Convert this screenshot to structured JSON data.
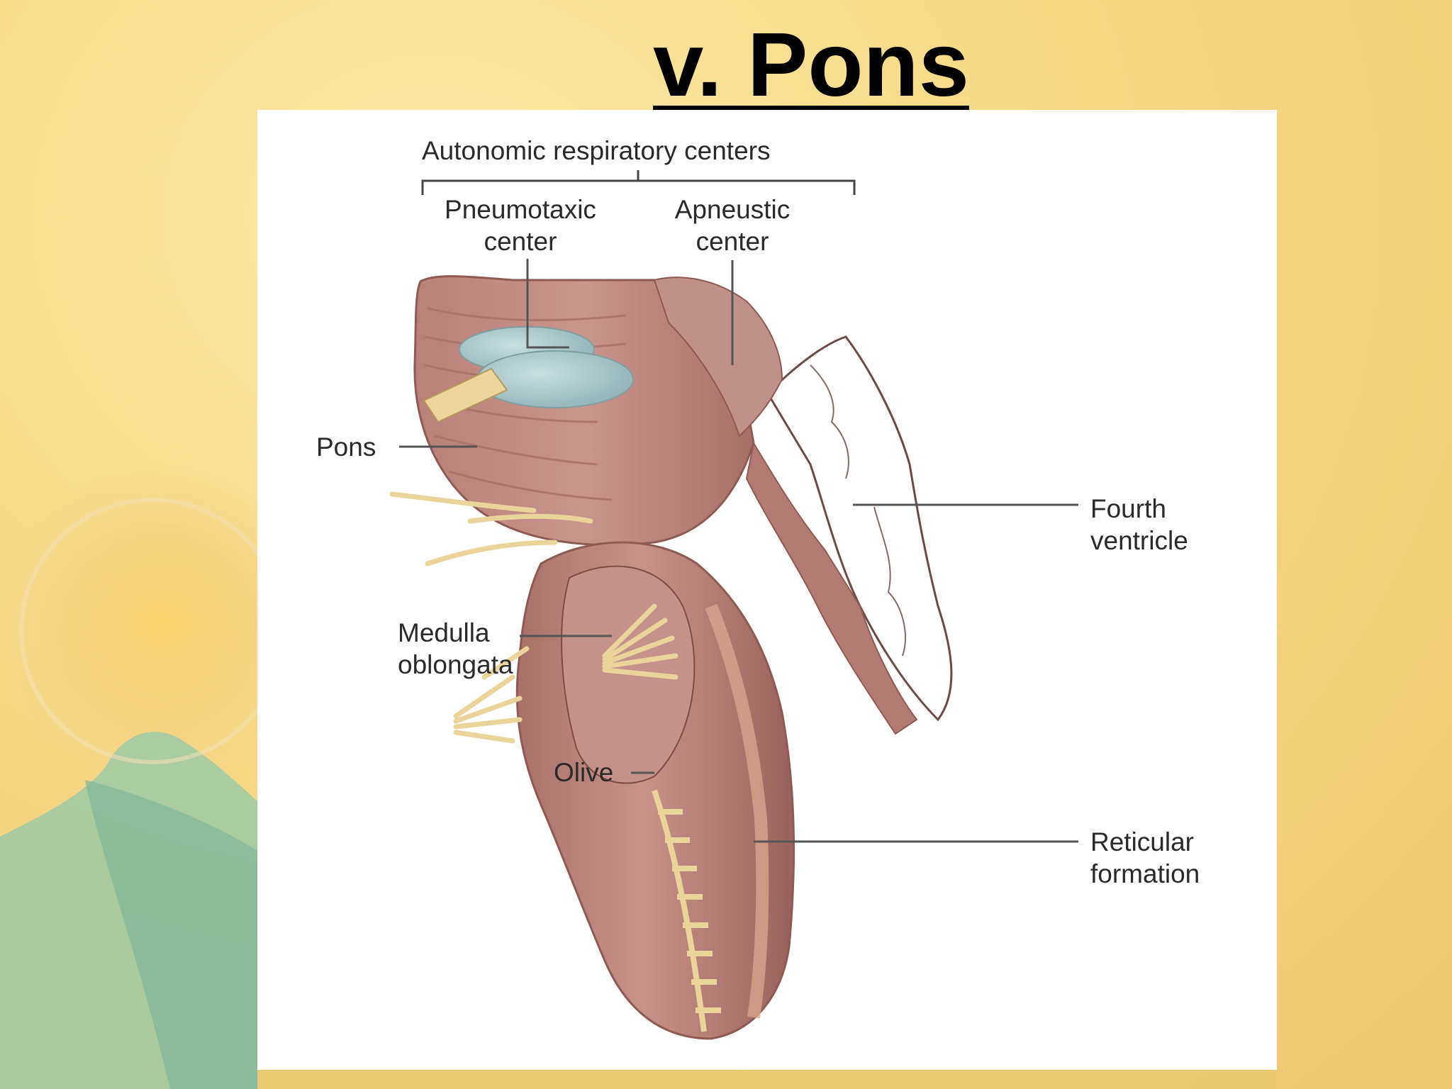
{
  "slide": {
    "title": "v. Pons"
  },
  "figure": {
    "labels": {
      "autonomic_centers": "Autonomic respiratory centers",
      "pneumotaxic_line1": "Pneumotaxic",
      "pneumotaxic_line2": "center",
      "apneustic_line1": "Apneustic",
      "apneustic_line2": "center",
      "pons": "Pons",
      "fourth_ventricle_line1": "Fourth",
      "fourth_ventricle_line2": "ventricle",
      "medulla_line1": "Medulla",
      "medulla_line2": "oblongata",
      "olive": "Olive",
      "reticular_line1": "Reticular",
      "reticular_line2": "formation"
    },
    "colors": {
      "tissue": "#c08a83",
      "tissue_dark": "#9e6660",
      "nerve": "#ead49a",
      "respiratory_center": "#a8c3c6",
      "leader_line": "#555555"
    }
  }
}
